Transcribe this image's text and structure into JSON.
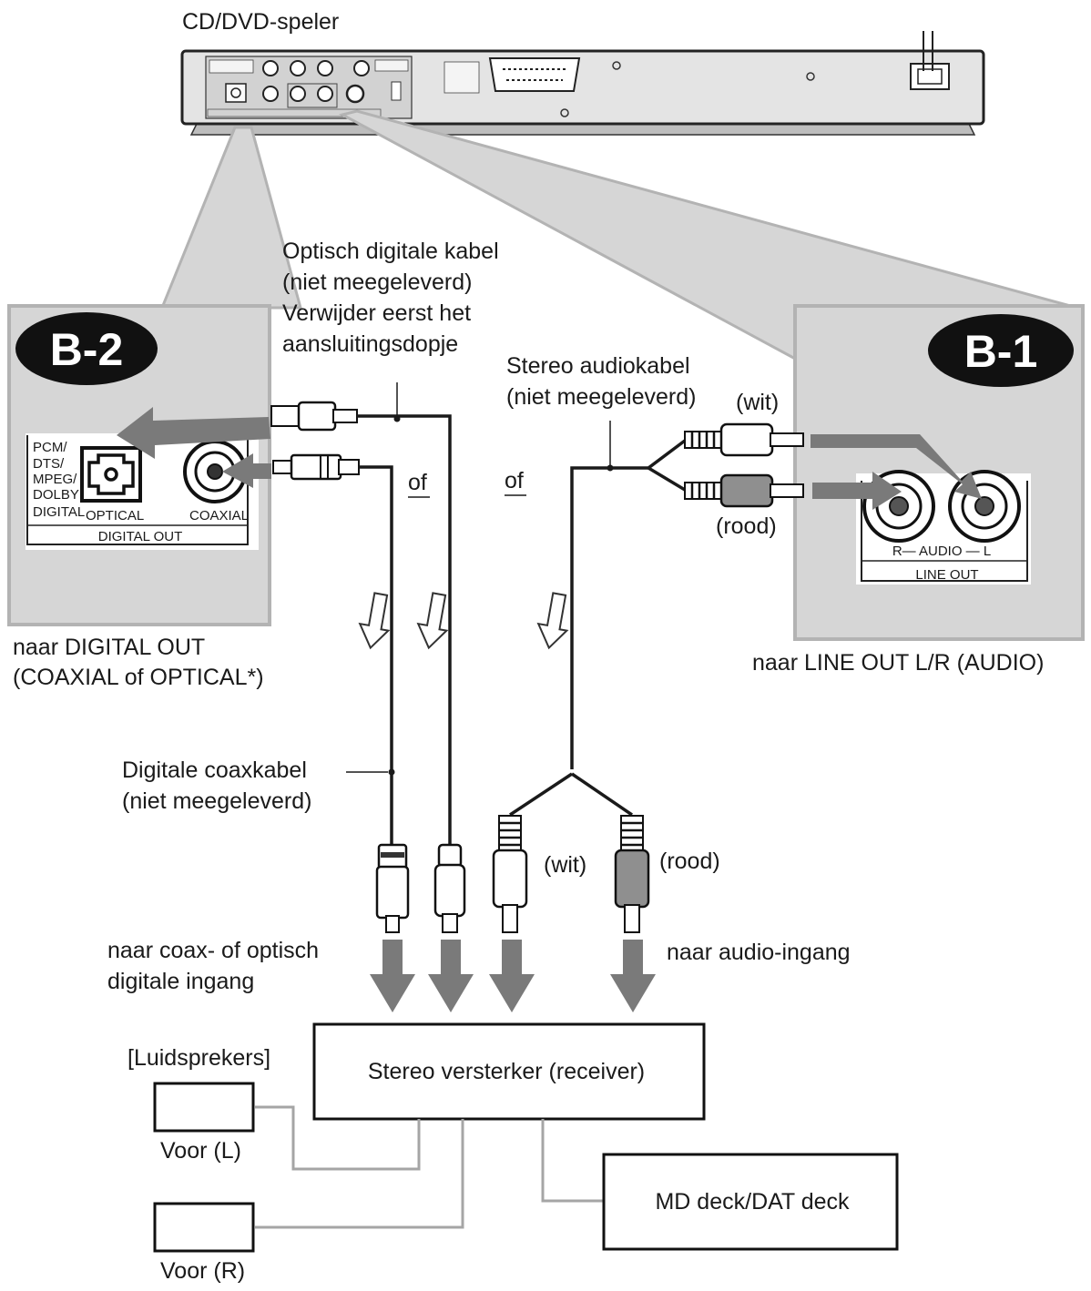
{
  "player": {
    "label": "CD/DVD-speler"
  },
  "panel_b2": {
    "badge": "B-2",
    "jack_labels": [
      "PCM/",
      "DTS/",
      "MPEG/",
      "DOLBY",
      "DIGITAL"
    ],
    "optical_label": "OPTICAL",
    "coaxial_label": "COAXIAL",
    "group_label": "DIGITAL OUT",
    "caption_line1": "naar DIGITAL OUT",
    "caption_line2": "(COAXIAL of OPTICAL*)"
  },
  "panel_b1": {
    "badge": "B-1",
    "audio_label": "R— AUDIO — L",
    "group_label": "LINE OUT",
    "caption": "naar LINE OUT L/R (AUDIO)"
  },
  "optical_cable": {
    "line1": "Optisch digitale kabel",
    "line2": "(niet meegeleverd)",
    "line3": "Verwijder eerst het",
    "line4": "aansluitingsdopje"
  },
  "stereo_cable": {
    "line1": "Stereo audiokabel",
    "line2": "(niet meegeleverd)",
    "white_top": "(wit)",
    "red_top": "(rood)",
    "white_bottom": "(wit)",
    "red_bottom": "(rood)"
  },
  "coax_cable": {
    "line1": "Digitale coaxkabel",
    "line2": "(niet meegeleverd)"
  },
  "or_left": "of",
  "or_right": "of",
  "input_digital": {
    "line1": "naar coax- of optisch",
    "line2": "digitale ingang"
  },
  "input_audio": "naar audio-ingang",
  "amplifier": "Stereo versterker (receiver)",
  "speakers": {
    "title": "[Luidsprekers]",
    "front_left": "Voor (L)",
    "front_right": "Voor (R)"
  },
  "recorder": "MD deck/DAT deck",
  "colors": {
    "panel": "#d6d6d6",
    "panel_border": "#b3b3b3",
    "arrow": "#7a7a7a",
    "wire": "#1a1a1a",
    "plug_red": "#8f8f8f",
    "badge": "#111111"
  }
}
